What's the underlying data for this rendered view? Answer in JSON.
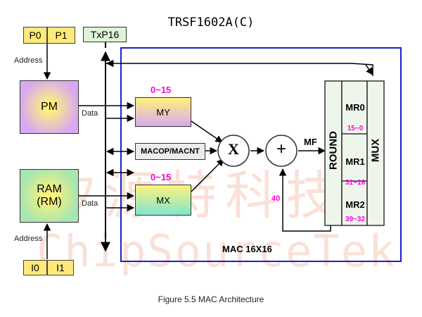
{
  "title": "TRSF1602A(C)",
  "caption": "Figure 5.5    MAC Architecture",
  "watermark": {
    "chinese": "矽源特科技",
    "latin": "ChipSourceTek"
  },
  "colors": {
    "frame": "#1a22c8",
    "yellow": "#ffe97a",
    "pm_gradient_center": "#fff27a",
    "pm_gradient_edge": "#d9a8f2",
    "ram_gradient_center": "#fff27a",
    "ram_gradient_edge": "#a8e6b0",
    "pink": "#ff00d8"
  },
  "ports": {
    "p0": "P0",
    "p1": "P1",
    "txp16": "TxP16",
    "i0": "I0",
    "i1": "I1"
  },
  "memories": {
    "pm": "PM",
    "ram_line1": "RAM",
    "ram_line2": "(RM)"
  },
  "labels": {
    "address_top": "Address",
    "address_bottom": "Address",
    "data_top": "Data",
    "data_bottom": "Data",
    "my_range": "0~15",
    "mx_range": "0~15",
    "mf": "MF",
    "forty": "40",
    "mac": "MAC 16X16"
  },
  "mac": {
    "my": "MY",
    "mx": "MX",
    "macop": "MACOP/MACNT",
    "multiply": "X",
    "add": "+",
    "round": "ROUND",
    "mux": "MUX",
    "mr0": "MR0",
    "mr1": "MR1",
    "mr2": "MR2",
    "mr0_bits": "15~0",
    "mr1_bits": "31~16",
    "mr2_bits": "39~32"
  }
}
